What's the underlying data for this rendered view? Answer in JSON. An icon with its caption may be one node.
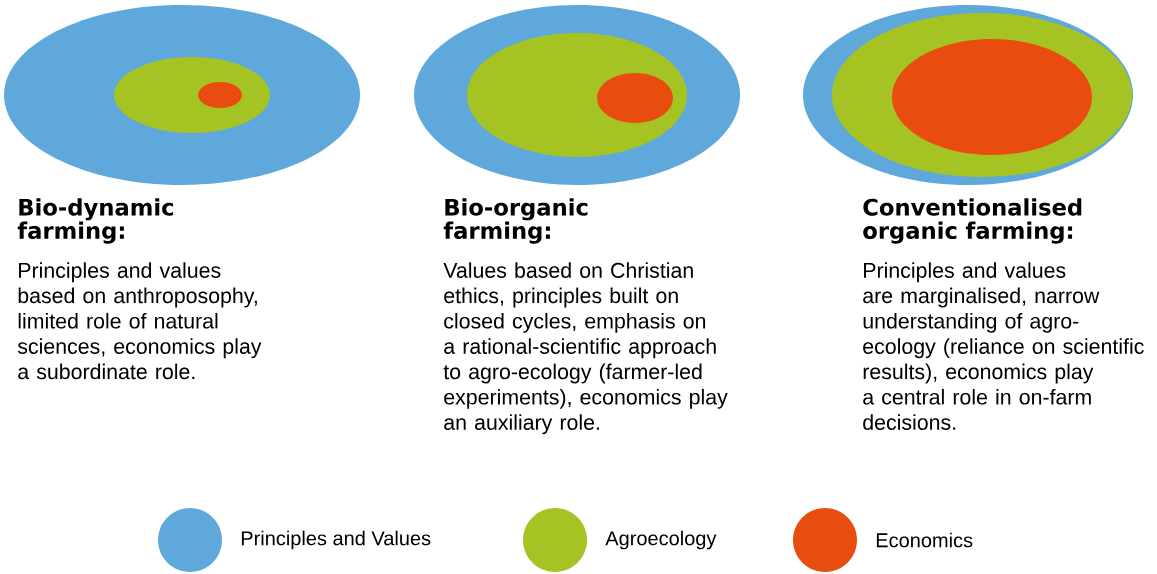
{
  "diagram": {
    "nodes": [
      {
        "text": [],
        "shape": "ellipse"
      },
      {
        "text": [],
        "shape": "ellipse",
        "in": 0
      },
      {
        "text": [],
        "shape": "ellipse",
        "in": 1
      },
      {
        "text": [],
        "shape": "ellipse"
      },
      {
        "text": [],
        "shape": "ellipse",
        "in": 3
      },
      {
        "text": [],
        "shape": "ellipse",
        "in": 4
      },
      {
        "text": [],
        "shape": "ellipse"
      },
      {
        "text": [],
        "shape": "ellipse",
        "in": 6
      },
      {
        "text": [],
        "shape": "ellipse",
        "in": 7
      }
    ],
    "labels": [
      "Bio-dynamic farming:",
      "Bio-organic farming:",
      "Conventionalised organic farming:",
      "Principles and values based on anthroposophy, limited role of natural sciences, economics play a subordinate role.",
      "Values based on Christian ethics, principles built on closed cycles, emphasis on a rational-scientific approach to agro-ecology (farmer-led experiments), economics play an auxiliary role.",
      "Principles and values are marginalised, narrow understanding of agro-ecology (reliance on scientific results), economics play a central role in on-farm decisions."
    ],
    "legend": [
      {
        "text": "Principles and Values",
        "color": "#5fa8dc"
      },
      {
        "text": "Agroecology",
        "color": "#a5c423"
      },
      {
        "text": "Economics",
        "color": "#e84c0f"
      }
    ]
  }
}
